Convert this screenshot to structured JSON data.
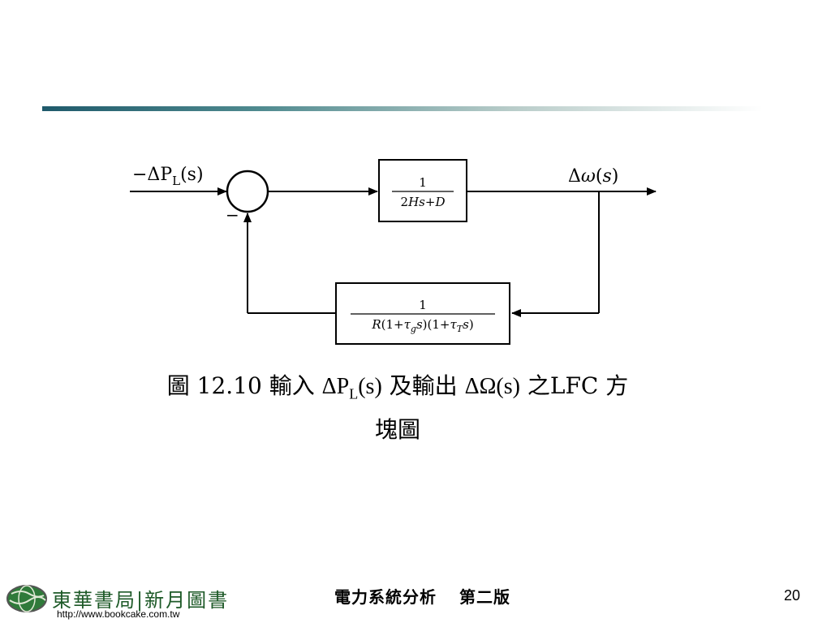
{
  "diagram": {
    "input_label": "−ΔP_L(s)",
    "forward_block": {
      "numerator": "1",
      "denominator": "2Hs+D"
    },
    "output_label": "Δω(s)",
    "feedback_block": {
      "numerator": "1",
      "denominator": "R(1+τ_g s)(1+τ_T s)"
    },
    "minus_sign": "−"
  },
  "caption": {
    "prefix": "圖 12.10  輸入 ",
    "input_symbol": "ΔP",
    "input_sub": "L",
    "input_arg": "(s)",
    "middle": " 及輸出 ",
    "output_symbol": "ΔΩ(s)",
    "suffix_line1": " 之LFC 方",
    "line2": "塊圖"
  },
  "footer": {
    "publisher": "東華書局|新月圖書",
    "url": "http://www.bookcake.com.tw",
    "book_title": "電力系統分析",
    "edition": "第二版",
    "page_number": "20"
  },
  "colors": {
    "rule_dark": "#1f5a6b",
    "rule_mid": "#4f8a8f",
    "publisher_green": "#1e5a28"
  }
}
